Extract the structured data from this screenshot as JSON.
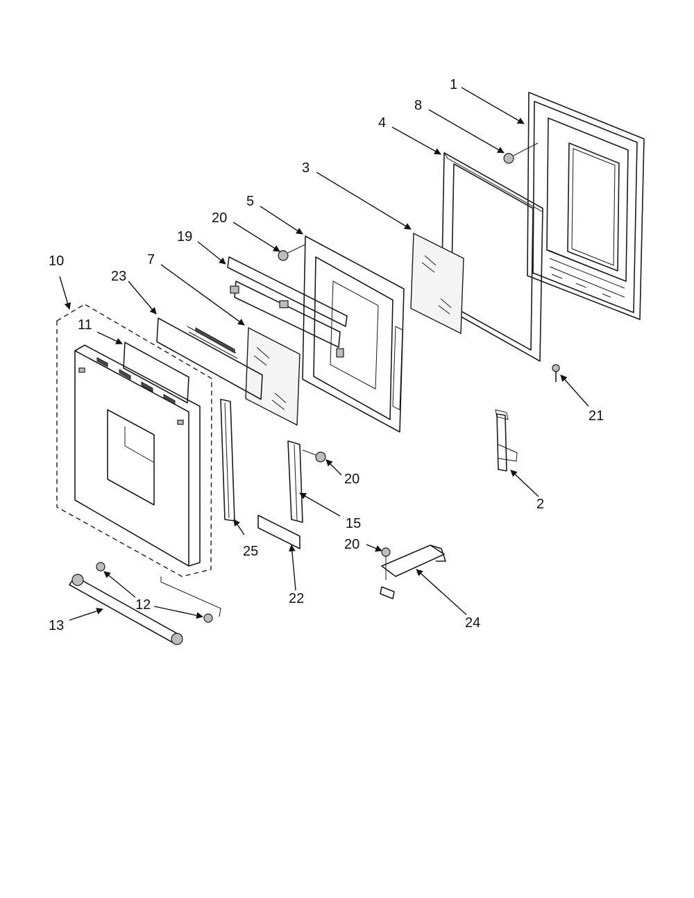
{
  "callouts": [
    "1",
    "8",
    "4",
    "3",
    "5",
    "20",
    "19",
    "7",
    "23",
    "10",
    "11",
    "21",
    "2",
    "20",
    "15",
    "20",
    "25",
    "22",
    "24",
    "12",
    "13"
  ]
}
